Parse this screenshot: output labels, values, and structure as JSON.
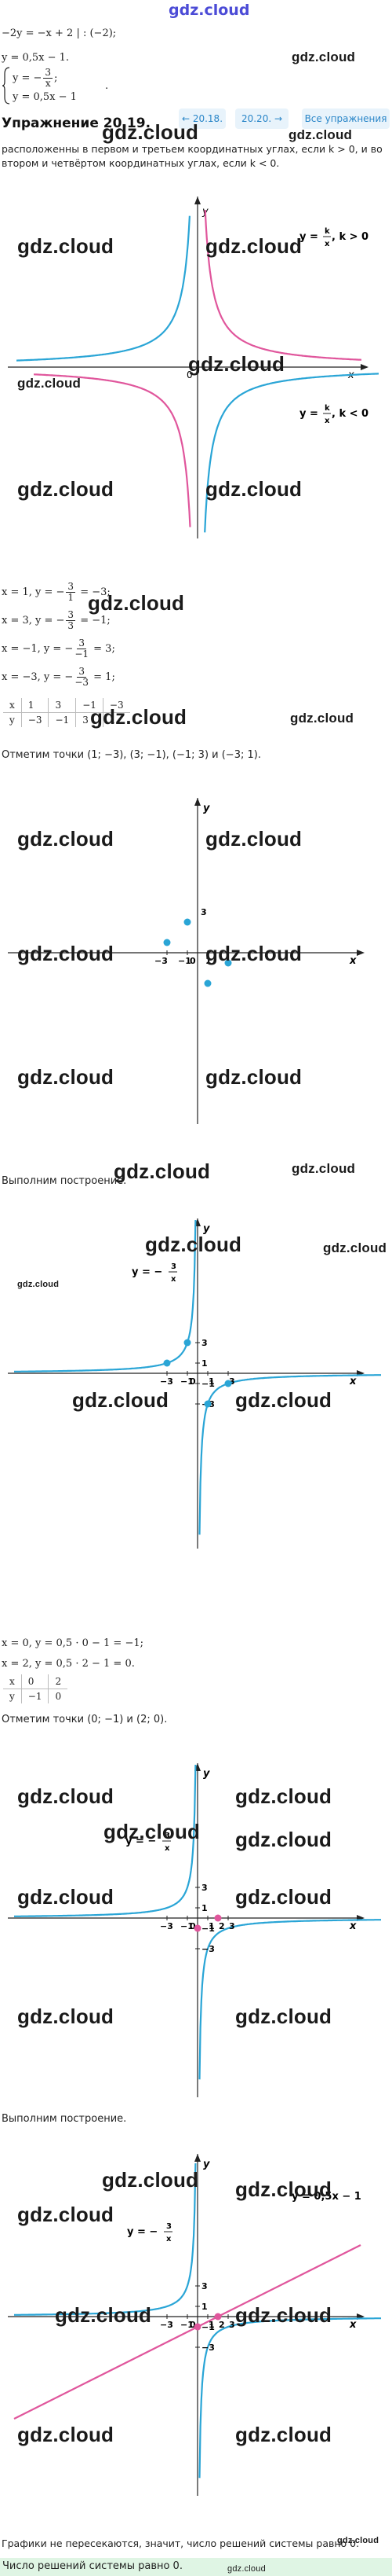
{
  "site": {
    "logo": "gdz.cloud",
    "watermark": "gdz.cloud"
  },
  "top": {
    "eq1": "−2y = −x + 2 | : (−2);",
    "eq2": "y = 0,5x − 1.",
    "sys_line1_left": "y = −",
    "sys_line1_num": "3",
    "sys_line1_den": "x",
    "sys_line1_right": ";",
    "sys_line2": "y = 0,5x − 1",
    "sys_tail": "."
  },
  "header": {
    "title": "Упражнение 20.19.",
    "prev_label": "← 20.18.",
    "next_label": "20.20. →",
    "all_label": "Все упражнения"
  },
  "intro": {
    "line1": "расположенны в первом и третьем координатных углах, если k > 0, и во",
    "line2": "втором и четвёртом координатных углах, если k < 0."
  },
  "graph1": {
    "y_label": "y",
    "x_label": "x",
    "origin": "0",
    "label_pos_prefix": "y = ",
    "label_pos_num": "k",
    "label_pos_den": "x",
    "label_pos_suffix": ", k > 0",
    "label_neg_prefix": "y = ",
    "label_neg_num": "k",
    "label_neg_den": "x",
    "label_neg_suffix": ", k < 0",
    "color_pos": "#e0569c",
    "color_neg": "#2aa5d6"
  },
  "calc": {
    "l1a": "x = 1, y = −",
    "l1n": "3",
    "l1d": "1",
    "l1b": " = −3;",
    "l2a": "x = 3, y = −",
    "l2n": "3",
    "l2d": "3",
    "l2b": " = −1;",
    "l3a": "x = −1, y = −",
    "l3n": "3",
    "l3d": "−1",
    "l3b": " = 3;",
    "l4a": "x = −3, y = −",
    "l4n": "3",
    "l4d": "−3",
    "l4b": " = 1;"
  },
  "table1": {
    "row_x": [
      "x",
      "1",
      "3",
      "−1",
      "−3"
    ],
    "row_y": [
      "y",
      "−3",
      "−1",
      "3",
      "1"
    ]
  },
  "points_text": "Отметим точки (1; −3), (3; −1), (−1; 3) и (−3; 1).",
  "graph2": {
    "y_label": "y",
    "x_label": "x",
    "tick_3": "3",
    "tick_m3": "−3",
    "tick_m1": "−1",
    "tick_0": "0",
    "tick_1": "1"
  },
  "build_text1": "Выполним построение.",
  "graph3": {
    "y_label": "y",
    "x_label": "x",
    "label_prefix": "y = −",
    "label_num": "3",
    "label_den": "x",
    "ticks_y": [
      "3",
      "1",
      "−1",
      "−3"
    ],
    "ticks_x": [
      "−3",
      "−1",
      "0",
      "1",
      "3"
    ]
  },
  "calc2": {
    "l1": "x = 0, y = 0,5 · 0 − 1 = −1;",
    "l2": "x = 2, y = 0,5 · 2 − 1 = 0."
  },
  "table2": {
    "row_x": [
      "x",
      "0",
      "2"
    ],
    "row_y": [
      "y",
      "−1",
      "0"
    ]
  },
  "points_text2": "Отметим точки (0; −1) и (2; 0).",
  "graph4": {
    "y_label": "y",
    "x_label": "x",
    "label_prefix": "y = −",
    "label_num": "3",
    "label_den": "x",
    "ticks_y": [
      "3",
      "1",
      "−1",
      "−3"
    ],
    "ticks_x": [
      "−3",
      "−1",
      "0",
      "1",
      "2",
      "3"
    ]
  },
  "build_text2": "Выполним построение.",
  "graph5": {
    "y_label": "y",
    "x_label": "x",
    "label_prefix": "y = −",
    "label_num": "3",
    "label_den": "x",
    "line_label": "y = 0,5x − 1",
    "ticks_y": [
      "3",
      "1",
      "−1",
      "−3"
    ],
    "ticks_x": [
      "−3",
      "−1",
      "0",
      "1",
      "2",
      "3"
    ],
    "color_line": "#e0569c",
    "color_hyp": "#2aa5d6"
  },
  "conclusion": "Графики не пересекаются, значит, число решений системы равно 0.",
  "answer": "Число решений системы равно 0."
}
